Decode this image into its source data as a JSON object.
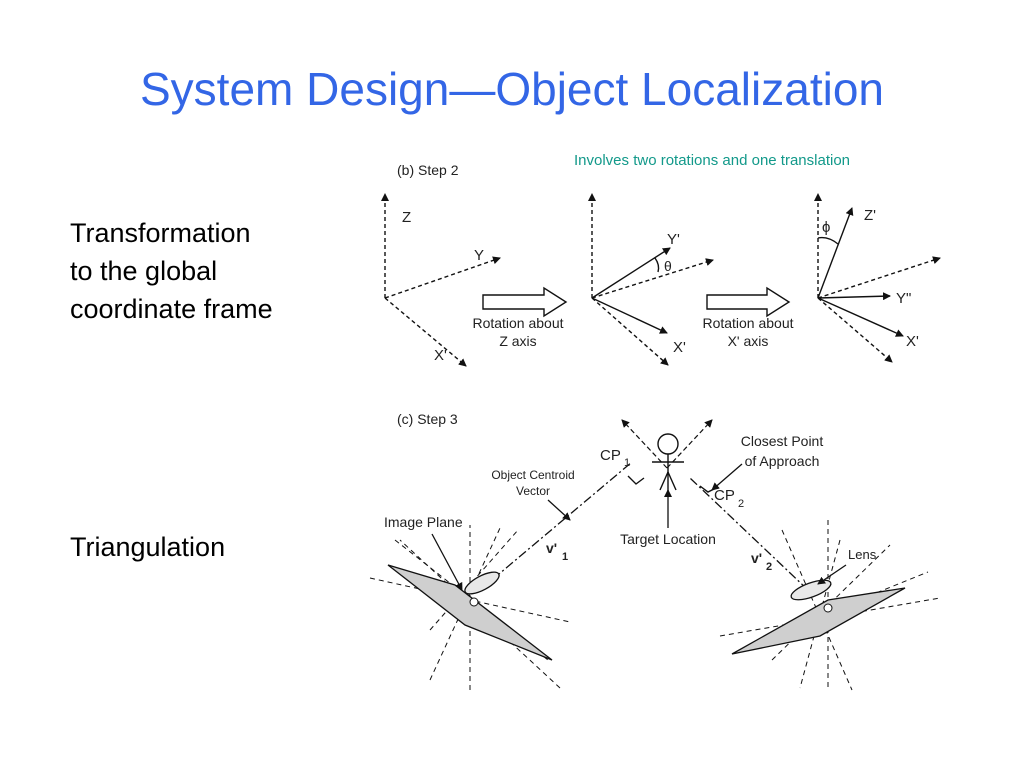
{
  "title": "System Design—Object Localization",
  "left": {
    "transformation": [
      "Transformation",
      "to the global",
      "coordinate frame"
    ],
    "triangulation": "Triangulation"
  },
  "note": "Involves two rotations and one translation",
  "step2": {
    "label": "(b) Step 2",
    "axes": {
      "z": "Z",
      "y": "Y",
      "x": "X'",
      "y_prime": "Y'",
      "theta": "θ",
      "x_prime": "X'",
      "z_prime": "Z'",
      "phi": "ϕ",
      "y_dprime": "Y\"",
      "x_prime2": "X'"
    },
    "rotation1": [
      "Rotation about",
      "Z axis"
    ],
    "rotation2": [
      "Rotation about",
      "X' axis"
    ]
  },
  "step3": {
    "label": "(c) Step 3",
    "cp1": "CP",
    "cp1_sub": "1",
    "cp2": "CP",
    "cp2_sub": "2",
    "closest": [
      "Closest Point",
      "of Approach"
    ],
    "centroid": [
      "Object Centroid",
      "Vector"
    ],
    "image_plane": "Image Plane",
    "target": "Target Location",
    "v1": "v'",
    "v1_sub": "1",
    "v2": "v'",
    "v2_sub": "2",
    "lens": "Lens"
  }
}
